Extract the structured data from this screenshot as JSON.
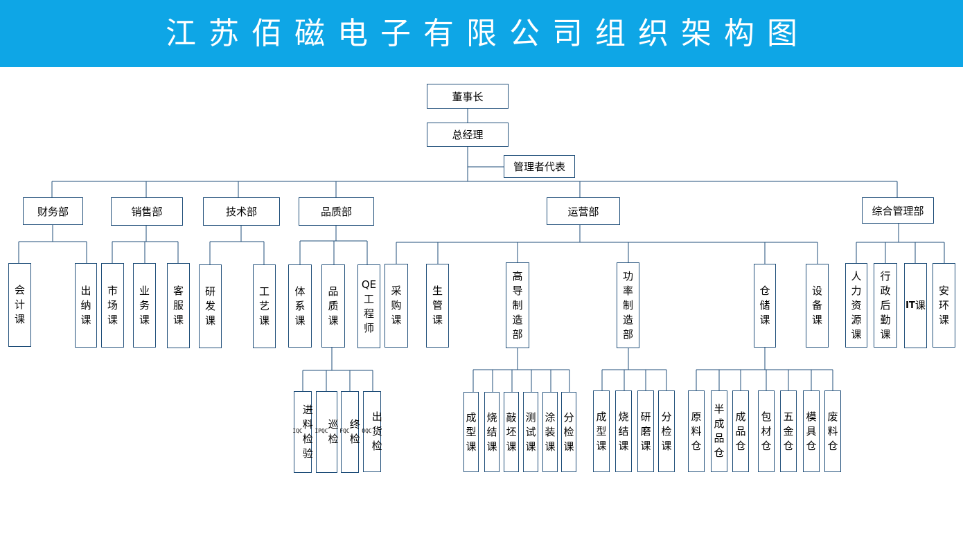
{
  "title": "江苏佰磁电子有限公司组织架构图",
  "colors": {
    "title_bg": "#0ea6e6",
    "title_text": "#ffffff",
    "line": "#1f4e79"
  },
  "nodes": {
    "chairman": "董事长",
    "gm": "总经理",
    "rep": "管理者代表",
    "finance": "财务部",
    "sales": "销售部",
    "tech": "技术部",
    "quality": "品质部",
    "ops": "运营部",
    "admin": "综合管理部",
    "fin_acct": "会计课",
    "fin_cash": "出纳课",
    "sal_mkt": "市场课",
    "sal_biz": "业务课",
    "sal_cs": "客服课",
    "tec_rd": "研发课",
    "tec_proc": "工艺课",
    "qa_sys": "体系课",
    "qa_qc": "品质课",
    "qa_qe": "QE工程师",
    "qc_iqc_code": "IQC",
    "qc_iqc": "进料检验",
    "qc_ipqc_code": "IPQC",
    "qc_ipqc": "巡检",
    "qc_fqc_code": "FQC",
    "qc_fqc": "终检",
    "qc_oqc_code": "OQC",
    "qc_oqc": "出货检",
    "ops_pur": "采购课",
    "ops_pmc": "生管课",
    "ops_hi": "高导制造部",
    "ops_pw": "功率制造部",
    "ops_wh": "仓储课",
    "ops_eq": "设备课",
    "hi_form": "成型课",
    "hi_sinter": "烧结课",
    "hi_knock": "敲坯课",
    "hi_test": "测试课",
    "hi_coat": "涂装课",
    "hi_sort": "分检课",
    "pw_form": "成型课",
    "pw_sinter": "烧结课",
    "pw_grind": "研磨课",
    "pw_sort": "分检课",
    "wh_raw": "原料仓",
    "wh_semi": "半成品仓",
    "wh_fin": "成品仓",
    "wh_pack": "包材仓",
    "wh_hw": "五金仓",
    "wh_mold": "模具仓",
    "wh_scrap": "废料仓",
    "ad_hr": "人力资源课",
    "ad_gen": "行政后勤课",
    "ad_it_code": "IT",
    "ad_it": "课",
    "ad_safe": "安环课"
  }
}
